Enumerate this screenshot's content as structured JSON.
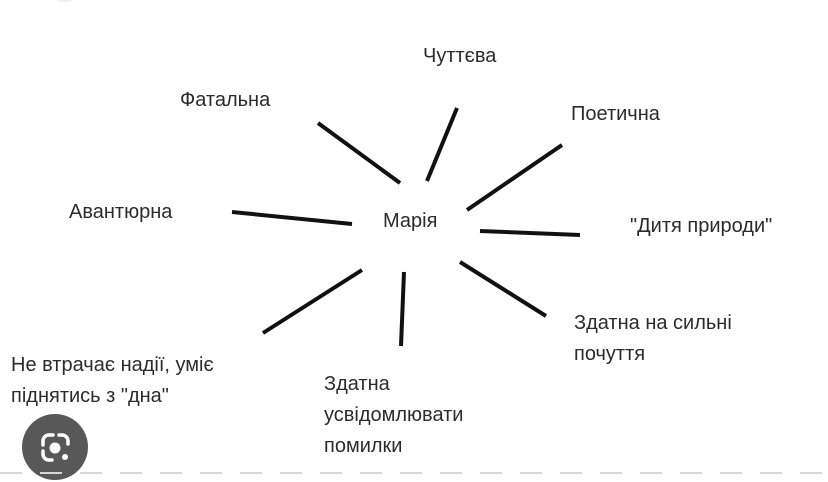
{
  "center": "Марія",
  "traits": {
    "fatal": "Фатальна",
    "sensual": "Чуттєва",
    "poetic": "Поетична",
    "adventurous": "Авантюрна",
    "nature_child": "\"Дитя природи\"",
    "strong_feelings_1": "Здатна на сильні",
    "strong_feelings_2": "почуття",
    "mistakes_1": "Здатна",
    "mistakes_2": "усвідомлювати",
    "mistakes_3": "помилки",
    "hope_1": "Не втрачає надії, уміє",
    "hope_2": "піднятись з \"дна\""
  },
  "overlay": {
    "icon": "google-lens-icon"
  }
}
